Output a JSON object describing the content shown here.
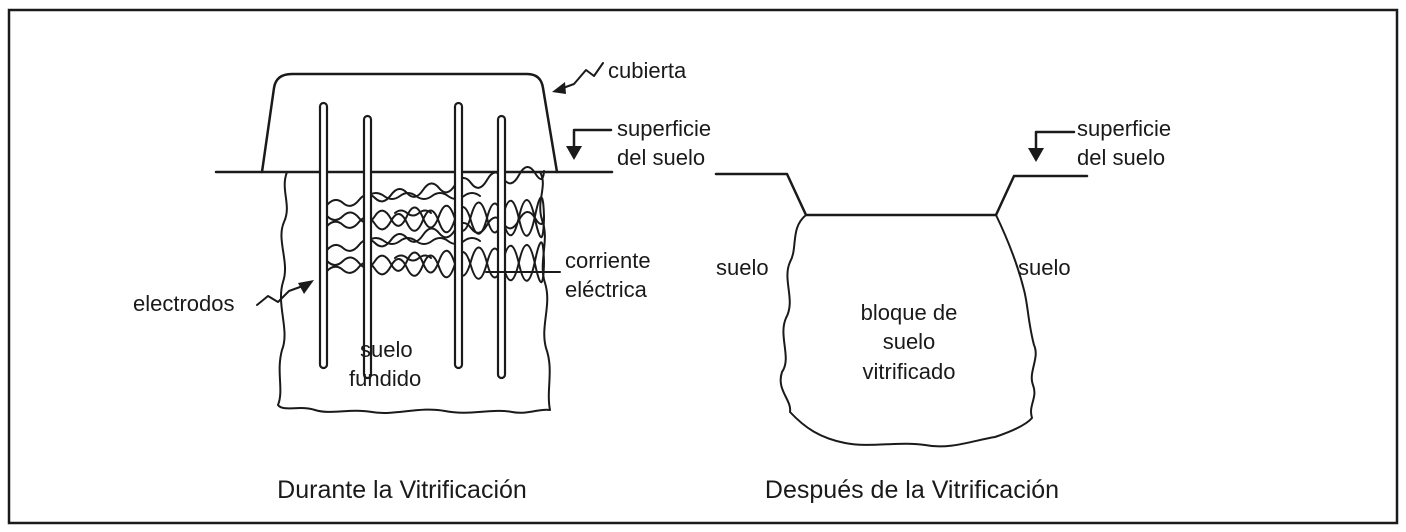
{
  "left_panel": {
    "caption": "Durante la Vitrificación",
    "labels": {
      "cover": "cubierta",
      "surface_line1": "superficie",
      "surface_line2": "del suelo",
      "current_line1": "corriente",
      "current_line2": "eléctrica",
      "electrodes": "electrodos",
      "melt_line1": "suelo",
      "melt_line2": "fundido"
    }
  },
  "right_panel": {
    "caption": "Después de la Vitrificación",
    "labels": {
      "surface_line1": "superficie",
      "surface_line2": "del suelo",
      "soil_left": "suelo",
      "soil_right": "suelo",
      "block_line1": "bloque de",
      "block_line2": "suelo",
      "block_line3": "vitrificado"
    }
  }
}
